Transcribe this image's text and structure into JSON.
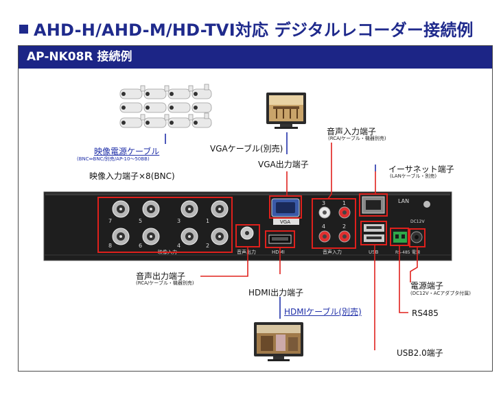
{
  "title": "AHD-H/AHD-M/HD-TVI対応 デジタルレコーダー接続例",
  "model_header": "AP-NK08R 接続例",
  "labels": {
    "video_power_cable": "映像電源ケーブル",
    "video_power_cable_sub": "(BNC⇔BNC/別売/AP-10～50BB)",
    "video_input": "映像入力端子×8(BNC)",
    "vga_cable": "VGAケーブル(別売)",
    "vga_output": "VGA出力端子",
    "audio_input": "音声入力端子",
    "audio_input_sub": "(RCA/ケーブル・機器別売)",
    "ethernet": "イーサネット端子",
    "ethernet_sub": "(LANケーブル・別売)",
    "audio_output": "音声出力端子",
    "audio_output_sub": "(RCA/ケーブル・機器別売)",
    "hdmi_output": "HDMI出力端子",
    "hdmi_cable": "HDMIケーブル(別売)",
    "power": "電源端子",
    "power_sub": "(DC12V・ACアダプタ付属)",
    "rs485": "RS485",
    "usb": "USB2.0端子"
  },
  "panel": {
    "bnc_numbers": [
      "7",
      "5",
      "3",
      "1",
      "8",
      "6",
      "4",
      "2"
    ],
    "panel_video_in": "映像入力",
    "panel_audio_out": "音声出力",
    "panel_hdmi": "HDMI",
    "panel_vga": "VGA",
    "panel_audio_in": "音声入力",
    "audio_in_numbers": [
      "3",
      "1",
      "4",
      "2"
    ],
    "panel_usb": "USB",
    "panel_lan": "LAN",
    "panel_rs485": "RS-485",
    "panel_power": "電源",
    "panel_dc": "DC12V"
  },
  "colors": {
    "accent_navy": "#1c2586",
    "callout_red": "#e0201c",
    "link_blue": "#1f2fa8"
  }
}
